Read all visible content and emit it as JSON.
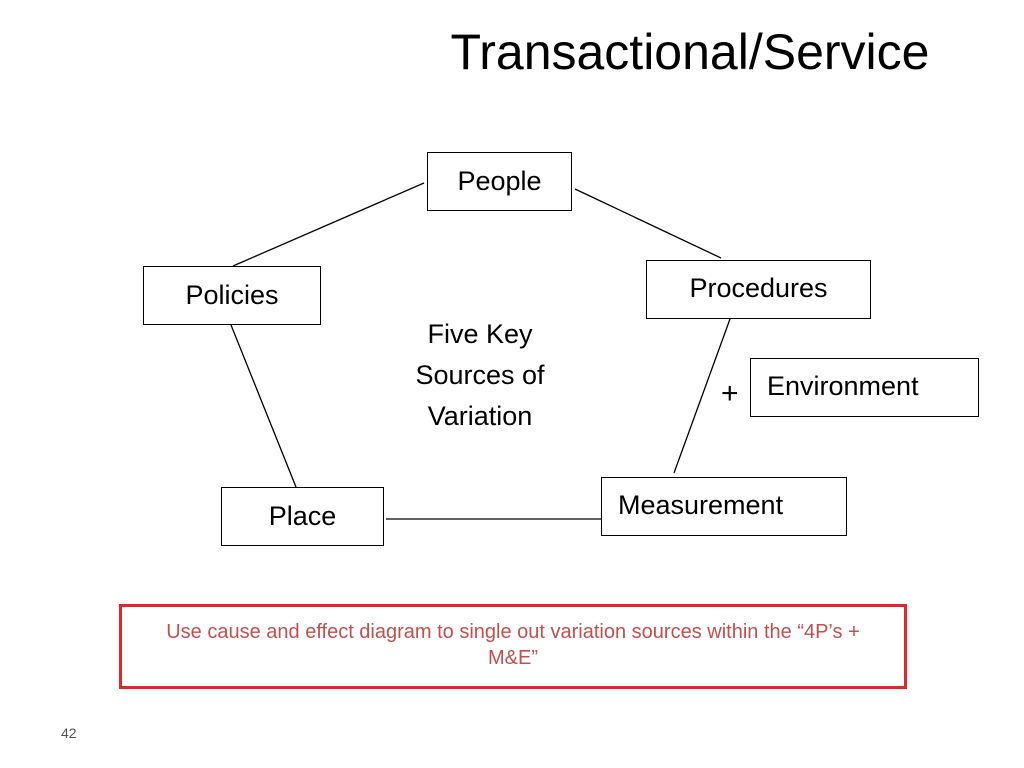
{
  "slide": {
    "title": "Transactional/Service",
    "page_number": "42"
  },
  "diagram": {
    "nodes": {
      "people": "People",
      "policies": "Policies",
      "procedures": "Procedures",
      "environment": "Environment",
      "place": "Place",
      "measurement": "Measurement"
    },
    "center_lines": [
      "Five Key",
      "Sources of",
      "Variation"
    ],
    "plus": "+"
  },
  "note": {
    "text": "Use cause and effect diagram to single out variation sources within the “4P’s + M&E”",
    "border_color": "#e3262a",
    "text_color": "#c0504d"
  }
}
